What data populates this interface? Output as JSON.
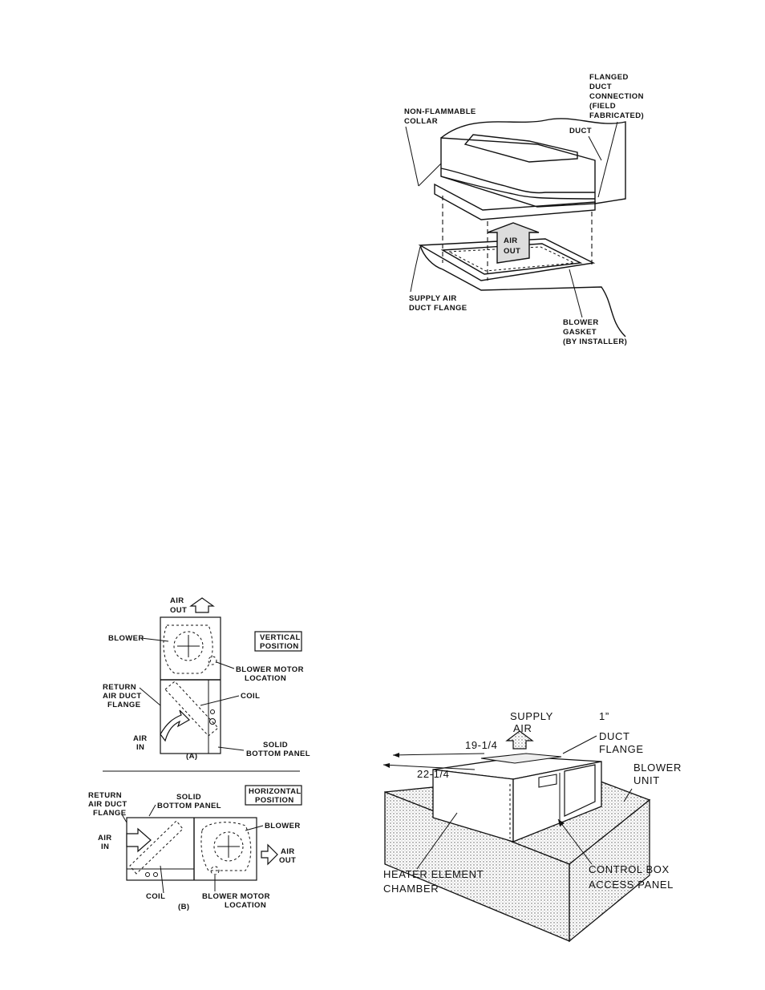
{
  "figure_top": {
    "flanged_duct_connection": [
      "FLANGED",
      "DUCT",
      "CONNECTION",
      "(FIELD",
      "FABRICATED)"
    ],
    "non_flammable_collar": [
      "NON-FLAMMABLE",
      "COLLAR"
    ],
    "duct": "DUCT",
    "air_out": [
      "AIR",
      "OUT"
    ],
    "supply_air_duct_flange": [
      "SUPPLY AIR",
      "DUCT FLANGE"
    ],
    "blower_gasket": [
      "BLOWER",
      "GASKET",
      "(BY INSTALLER)"
    ]
  },
  "figure_positions": {
    "a": {
      "air_out": [
        "AIR",
        "OUT"
      ],
      "blower": "BLOWER",
      "vertical_position": [
        "VERTICAL",
        "POSITION"
      ],
      "blower_motor_location": [
        "BLOWER MOTOR",
        "LOCATION"
      ],
      "return_air_duct_flange": [
        "RETURN",
        "AIR DUCT",
        "FLANGE"
      ],
      "coil": "COIL",
      "air_in": [
        "AIR",
        "IN"
      ],
      "solid_bottom_panel": [
        "SOLID",
        "BOTTOM PANEL"
      ],
      "caption": "(A)"
    },
    "b": {
      "return_air_duct_flange": [
        "RETURN",
        "AIR DUCT",
        "FLANGE"
      ],
      "solid_bottom_panel": [
        "SOLID",
        "BOTTOM PANEL"
      ],
      "horizontal_position": [
        "HORIZONTAL",
        "POSITION"
      ],
      "blower": "BLOWER",
      "air_in": [
        "AIR",
        "IN"
      ],
      "air_out": [
        "AIR",
        "OUT"
      ],
      "coil": "COIL",
      "blower_motor_location": [
        "BLOWER MOTOR",
        "LOCATION"
      ],
      "caption": "(B)"
    }
  },
  "figure_heater": {
    "supply_air": [
      "SUPPLY",
      "AIR"
    ],
    "duct_flange": [
      "1”",
      "DUCT",
      "FLANGE"
    ],
    "dim_1": "19-1/4",
    "dim_2": "22-1/4",
    "blower_unit": [
      "BLOWER",
      "UNIT"
    ],
    "heater_element_chamber": [
      "HEATER ELEMENT",
      "CHAMBER"
    ],
    "control_box_access_panel": [
      "CONTROL BOX",
      "ACCESS PANEL"
    ]
  }
}
